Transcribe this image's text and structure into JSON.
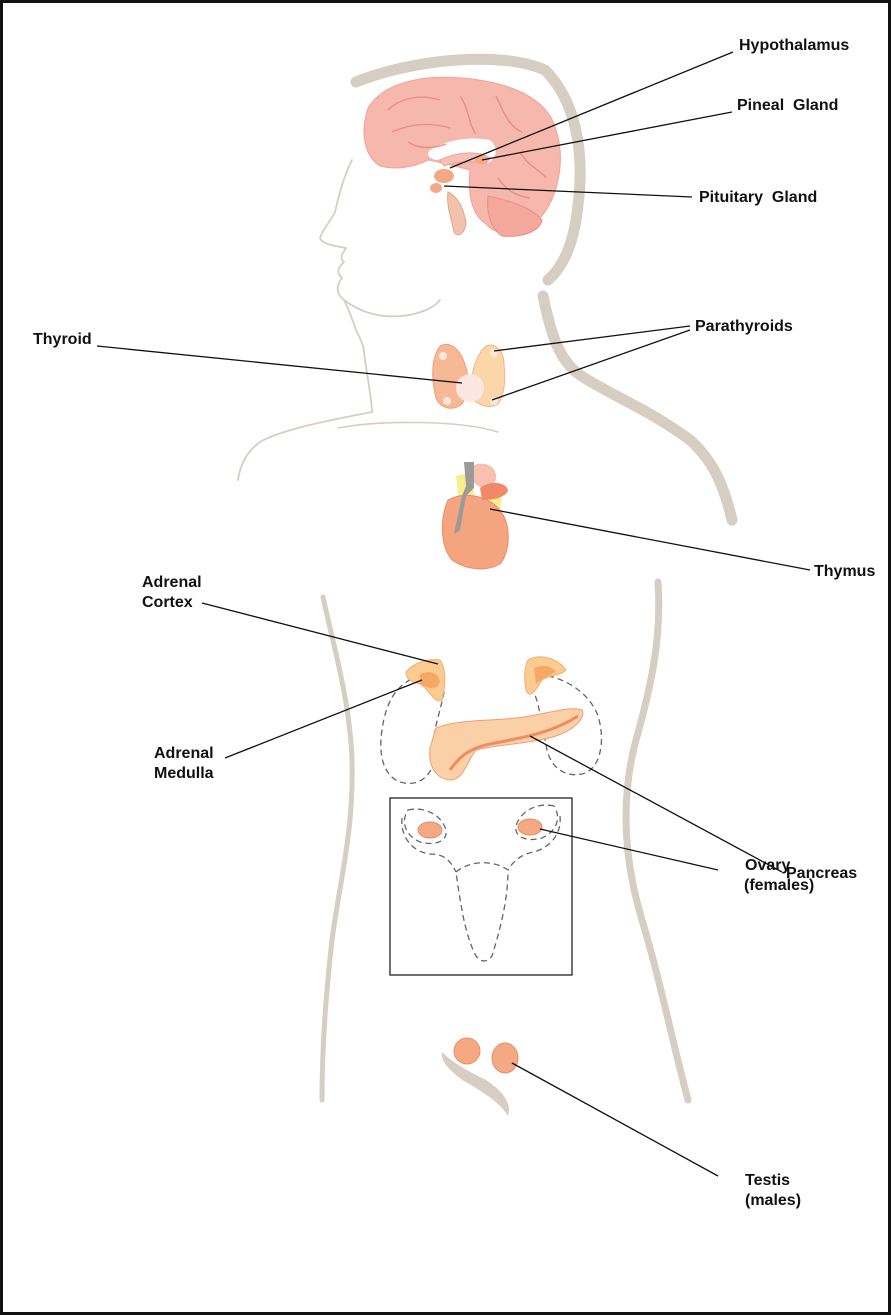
{
  "labels": {
    "hypothalamus": "Hypothalamus",
    "pineal": "Pineal  Gland",
    "pituitary": "Pituitary  Gland",
    "thyroid": "Thyroid",
    "parathyroids": "Parathyroids",
    "thymus": "Thymus",
    "adrenal_cortex_1": "Adrenal",
    "adrenal_cortex_2": "Cortex",
    "adrenal_medulla_1": "Adrenal",
    "adrenal_medulla_2": "Medulla",
    "pancreas": "Pancreas",
    "ovary_1": "Ovary",
    "ovary_2": "(females)",
    "testis_1": "Testis",
    "testis_2": "(males)"
  },
  "colors": {
    "skin_outline": "#d6cdc3",
    "brain": "#f6b7ad",
    "gland_orange": "#f4a884",
    "gland_light": "#fbd6a8",
    "thymus_yellow": "#f8ee8a",
    "vessel_gray": "#9a9a9a",
    "leader": "#111111"
  }
}
